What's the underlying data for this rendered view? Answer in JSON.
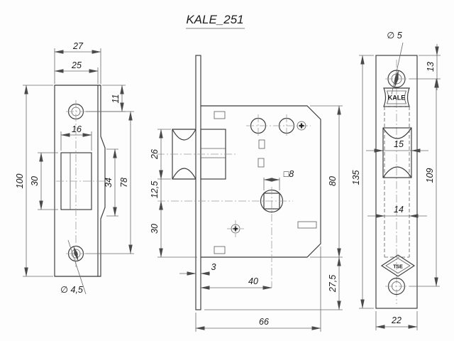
{
  "title": "KALE_251",
  "dims": {
    "strike": {
      "outer_w": "27",
      "face_w": "25",
      "top_hole": "11",
      "opening_w": "16",
      "opening_h": "30",
      "total_h": "100",
      "tab_h": "34",
      "holes_dist": "78",
      "hole_dia": "∅ 4,5"
    },
    "body": {
      "latch_h": "26",
      "latch_gap": "12,5",
      "lower_h": "30",
      "plate_t": "3",
      "backset": "40",
      "depth": "66",
      "height": "80",
      "tail_h": "27,5",
      "square": "□8"
    },
    "plate": {
      "hole_dia": "∅ 5",
      "hole_top": "13",
      "cut_w": "15",
      "body_w": "14",
      "holes_dist": "109",
      "total_h": "135",
      "width": "22"
    }
  },
  "logos": {
    "kale": "KALE",
    "tse": "TSE"
  }
}
